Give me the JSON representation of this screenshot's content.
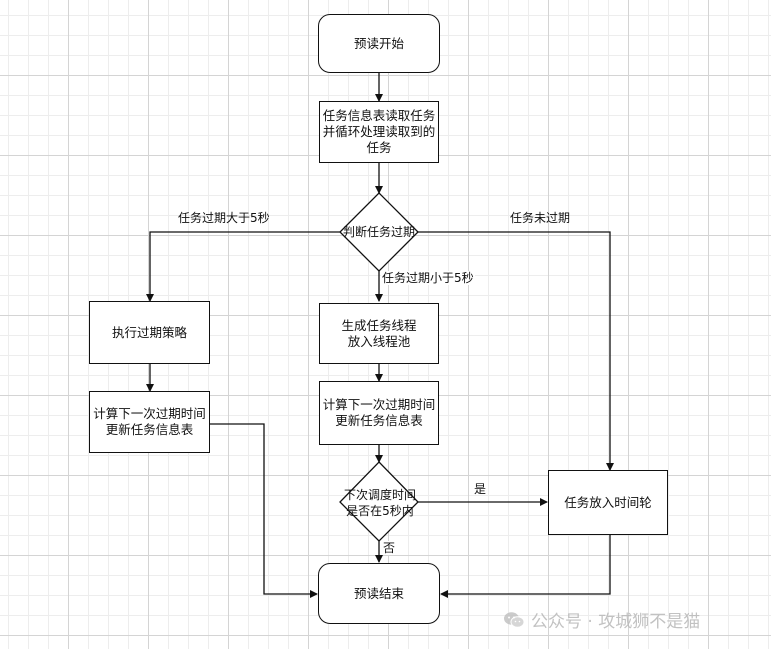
{
  "nodes": {
    "start": "预读开始",
    "read_tasks": [
      "任务信息表读取任务",
      "并循环处理读取到的",
      "任务"
    ],
    "check_expired": "判断任务过期",
    "exec_expire_policy": "执行过期策略",
    "calc_next_left": [
      "计算下一次过期时间",
      "更新任务信息表"
    ],
    "create_thread": [
      "生成任务线程",
      "放入线程池"
    ],
    "calc_next_mid": [
      "计算下一次过期时间",
      "更新任务信息表"
    ],
    "check_next": [
      "下次调度时间",
      "是否在5秒内"
    ],
    "time_wheel": "任务放入时间轮",
    "end": "预读结束"
  },
  "edge_labels": {
    "expired_over_5s": "任务过期大于5秒",
    "not_expired": "任务未过期",
    "expired_under_5s": "任务过期小于5秒",
    "yes": "是",
    "no": "否"
  },
  "watermark": {
    "text": "公众号 · 攻城狮不是猫",
    "icon": "wechat-icon"
  }
}
